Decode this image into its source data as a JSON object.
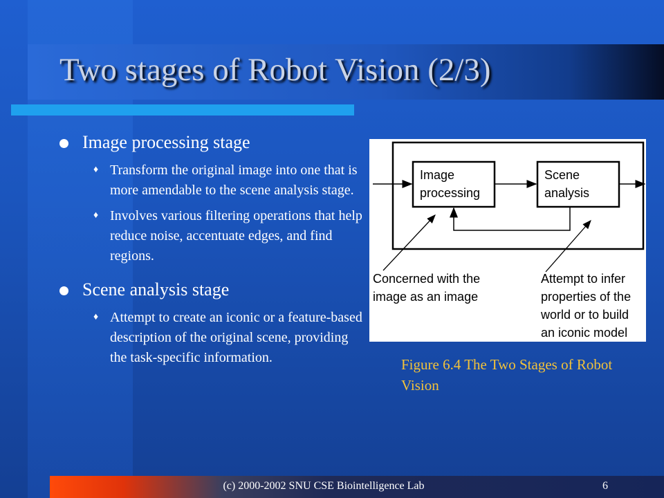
{
  "slide": {
    "title": "Two stages of Robot Vision (2/3)",
    "bullets": [
      {
        "text": "Image processing stage",
        "sub": [
          "Transform the original image into one that is more amendable to the scene analysis stage.",
          "Involves various filtering operations that help reduce noise, accentuate edges, and find regions."
        ]
      },
      {
        "text": "Scene analysis stage",
        "sub": [
          "Attempt to create an iconic or a feature-based description of the original scene, providing the task-specific information."
        ]
      }
    ],
    "figure": {
      "box1_line1": "Image",
      "box1_line2": "processing",
      "box2_line1": "Scene",
      "box2_line2": "analysis",
      "note_left_line1": "Concerned with the",
      "note_left_line2": "image as an image",
      "note_right_line1": "Attempt to infer",
      "note_right_line2": "properties of the",
      "note_right_line3": "world or to build",
      "note_right_line4": "an iconic model"
    },
    "caption": "Figure 6.4 The Two Stages of Robot Vision",
    "footer": "(c) 2000-2002 SNU CSE Biointelligence Lab",
    "page_number": "6"
  },
  "colors": {
    "background": "#1b55bd",
    "title_text": "#c9d3e6",
    "underline": "#1fa0ee",
    "caption": "#f2c23a",
    "footer_accent": "#ff4a0a"
  }
}
